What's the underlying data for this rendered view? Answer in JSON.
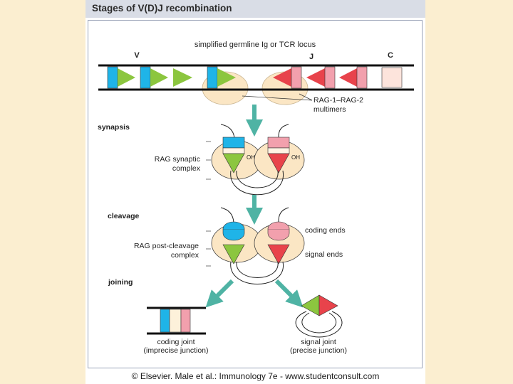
{
  "title": "Stages of V(D)J recombination",
  "footer": "© Elsevier. Male et al.: Immunology 7e - www.studentconsult.com",
  "diagram": {
    "locus_label": "simplified germline Ig or TCR locus",
    "segment_v": "V",
    "segment_j": "J",
    "segment_c": "C",
    "rag_label_line1": "RAG-1–RAG-2",
    "rag_label_line2": "multimers",
    "stage_synapsis": "synapsis",
    "stage_cleavage": "cleavage",
    "stage_joining": "joining",
    "synaptic_label_line1": "RAG synaptic",
    "synaptic_label_line2": "complex",
    "oh_left": "OH",
    "oh_right": "OH",
    "postcleavage_label_line1": "RAG post-cleavage",
    "postcleavage_label_line2": "complex",
    "coding_ends": "coding ends",
    "signal_ends": "signal ends",
    "coding_joint_line1": "coding joint",
    "coding_joint_line2": "(imprecise junction)",
    "signal_joint_line1": "signal joint",
    "signal_joint_line2": "(precise junction)"
  },
  "colors": {
    "v_segment": "#1fb4e8",
    "j_segment": "#f2a0ad",
    "c_segment": "#fde4dc",
    "v_rss": "#8cc63f",
    "j_rss": "#e8434b",
    "rag_fill": "#fbe6c4",
    "arrow": "#4fb3a4"
  }
}
